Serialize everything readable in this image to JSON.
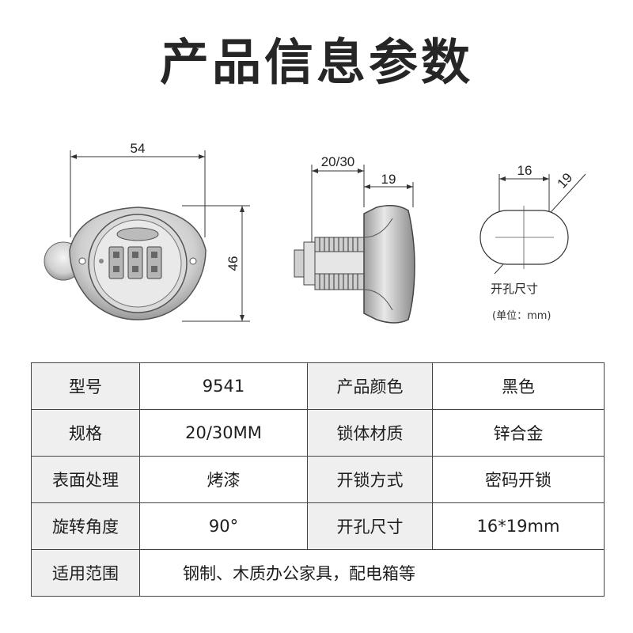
{
  "title": "产品信息参数",
  "dimensions": {
    "front_width": "54",
    "front_height": "46",
    "side_thickness": "20/30",
    "side_knob": "19",
    "hole_width": "16",
    "hole_diagonal": "19"
  },
  "hole": {
    "label": "开孔尺寸",
    "unit_note": "(单位：mm)"
  },
  "specs": {
    "rows": [
      {
        "k1": "型号",
        "v1": "9541",
        "k2": "产品颜色",
        "v2": "黑色"
      },
      {
        "k1": "规格",
        "v1": "20/30MM",
        "k2": "锁体材质",
        "v2": "锌合金"
      },
      {
        "k1": "表面处理",
        "v1": "烤漆",
        "k2": "开锁方式",
        "v2": "密码开锁"
      },
      {
        "k1": "旋转角度",
        "v1": "90°",
        "k2": "开孔尺寸",
        "v2": "16*19mm"
      }
    ],
    "last": {
      "k": "适用范围",
      "v": "钢制、木质办公家具，配电箱等"
    }
  }
}
